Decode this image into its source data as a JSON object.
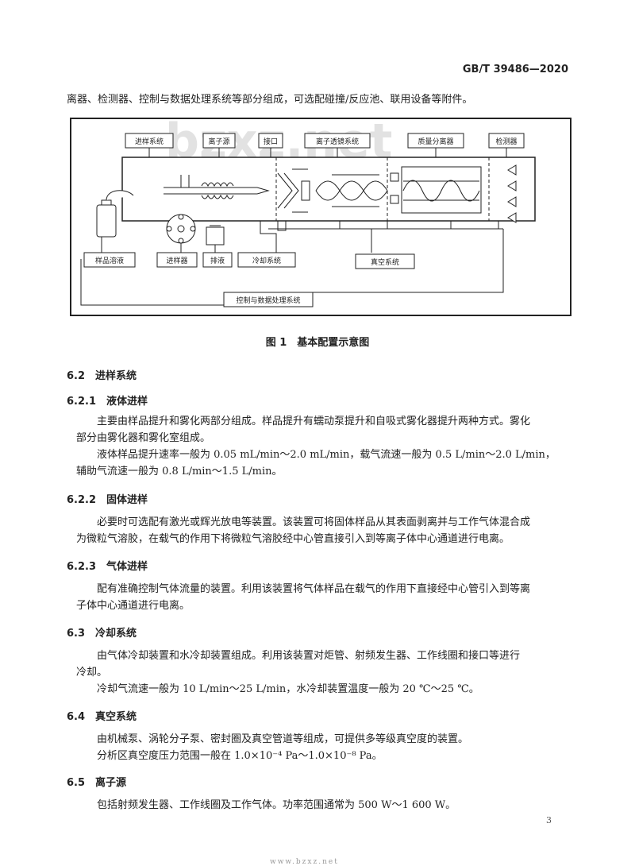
{
  "header": {
    "standard_number": "GB/T 39486—2020"
  },
  "intro": "离器、检测器、控制与数据处理系统等部分组成，可选配碰撞/反应池、联用设备等附件。",
  "figure": {
    "caption": "图 1　基本配置示意图",
    "watermark": "bzxz.net",
    "labels": {
      "sample_intro": "进样系统",
      "ion_source": "离子源",
      "interface": "接口",
      "ion_transport": "离子透镜系统",
      "mass_analyzer": "质量分离器",
      "detector": "检测器",
      "sample_solution": "样品溶液",
      "sampler": "进样器",
      "drain": "排液",
      "cooling": "冷却系统",
      "vacuum": "真空系统",
      "control": "控制与数据处理系统"
    }
  },
  "sections": {
    "s62": {
      "num": "6.2",
      "title": "进样系统"
    },
    "s621": {
      "num": "6.2.1",
      "title": "液体进样",
      "l1": "主要由样品提升和雾化两部分组成。样品提升有蠕动泵提升和自吸式雾化器提升两种方式。雾化",
      "l2": "部分由雾化器和雾化室组成。",
      "l3": "液体样品提升速率一般为 0.05 mL/min～2.0 mL/min，载气流速一般为 0.5 L/min～2.0 L/min，",
      "l4": "辅助气流速一般为 0.8 L/min～1.5 L/min。"
    },
    "s622": {
      "num": "6.2.2",
      "title": "固体进样",
      "l1": "必要时可选配有激光或辉光放电等装置。该装置可将固体样品从其表面剥离并与工作气体混合成",
      "l2": "为微粒气溶胶，在载气的作用下将微粒气溶胶经中心管直接引入到等离子体中心通道进行电离。"
    },
    "s623": {
      "num": "6.2.3",
      "title": "气体进样",
      "l1": "配有准确控制气体流量的装置。利用该装置将气体样品在载气的作用下直接经中心管引入到等离",
      "l2": "子体中心通道进行电离。"
    },
    "s63": {
      "num": "6.3",
      "title": "冷却系统",
      "l1": "由气体冷却装置和水冷却装置组成。利用该装置对炬管、射频发生器、工作线圈和接口等进行",
      "l2": "冷却。",
      "l3": "冷却气流速一般为 10 L/min～25 L/min，水冷却装置温度一般为 20 ℃～25 ℃。"
    },
    "s64": {
      "num": "6.4",
      "title": "真空系统",
      "l1": "由机械泵、涡轮分子泵、密封圈及真空管道等组成，可提供多等级真空度的装置。",
      "l2": "分析区真空度压力范围一般在 1.0×10⁻⁴ Pa～1.0×10⁻⁸ Pa。"
    },
    "s65": {
      "num": "6.5",
      "title": "离子源",
      "l1": "包括射频发生器、工作线圈及工作气体。功率范围通常为 500 W～1 600 W。"
    }
  },
  "page_number": "3",
  "footer_text": "www.bzxz.net"
}
